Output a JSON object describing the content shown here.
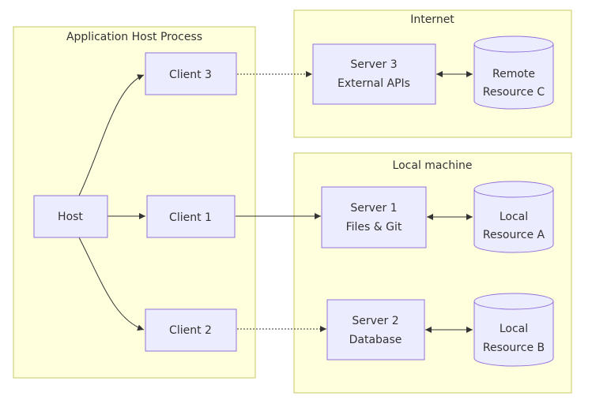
{
  "clusters": {
    "app_host": "Application Host Process",
    "internet": "Internet",
    "local": "Local machine"
  },
  "nodes": {
    "host": "Host",
    "client1": "Client 1",
    "client2": "Client 2",
    "client3": "Client 3",
    "server1": [
      "Server 1",
      "Files & Git"
    ],
    "server2": [
      "Server 2",
      "Database"
    ],
    "server3": [
      "Server 3",
      "External APIs"
    ],
    "resource_a": [
      "Local",
      "Resource A"
    ],
    "resource_b": [
      "Local",
      "Resource B"
    ],
    "resource_c": [
      "Remote",
      "Resource C"
    ]
  },
  "colors": {
    "cluster_fill": "#ffffde",
    "cluster_stroke": "#c8c864",
    "node_fill": "#ececff",
    "node_stroke": "#9370db",
    "edge": "#333333",
    "text": "#333333"
  }
}
